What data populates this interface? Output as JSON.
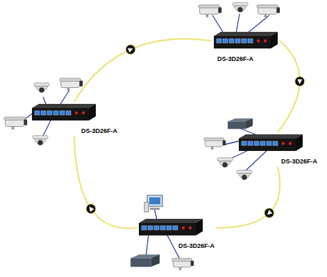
{
  "diagram": {
    "nodes": [
      {
        "text": [
          "DS-3D26F-A"
        ]
      },
      {
        "text": [
          "DS-3D26F-A"
        ]
      },
      {
        "text": [
          "DS-3D26F-A"
        ]
      },
      {
        "text": [
          "DS-3D26F-A"
        ]
      }
    ],
    "edges": [
      {
        "from": 1,
        "to": 0,
        "arrow": "none"
      },
      {
        "from": 0,
        "to": 2,
        "arrow": "none"
      },
      {
        "from": 2,
        "to": 3,
        "arrow": "none"
      },
      {
        "from": 3,
        "to": 1,
        "arrow": "none"
      }
    ]
  }
}
